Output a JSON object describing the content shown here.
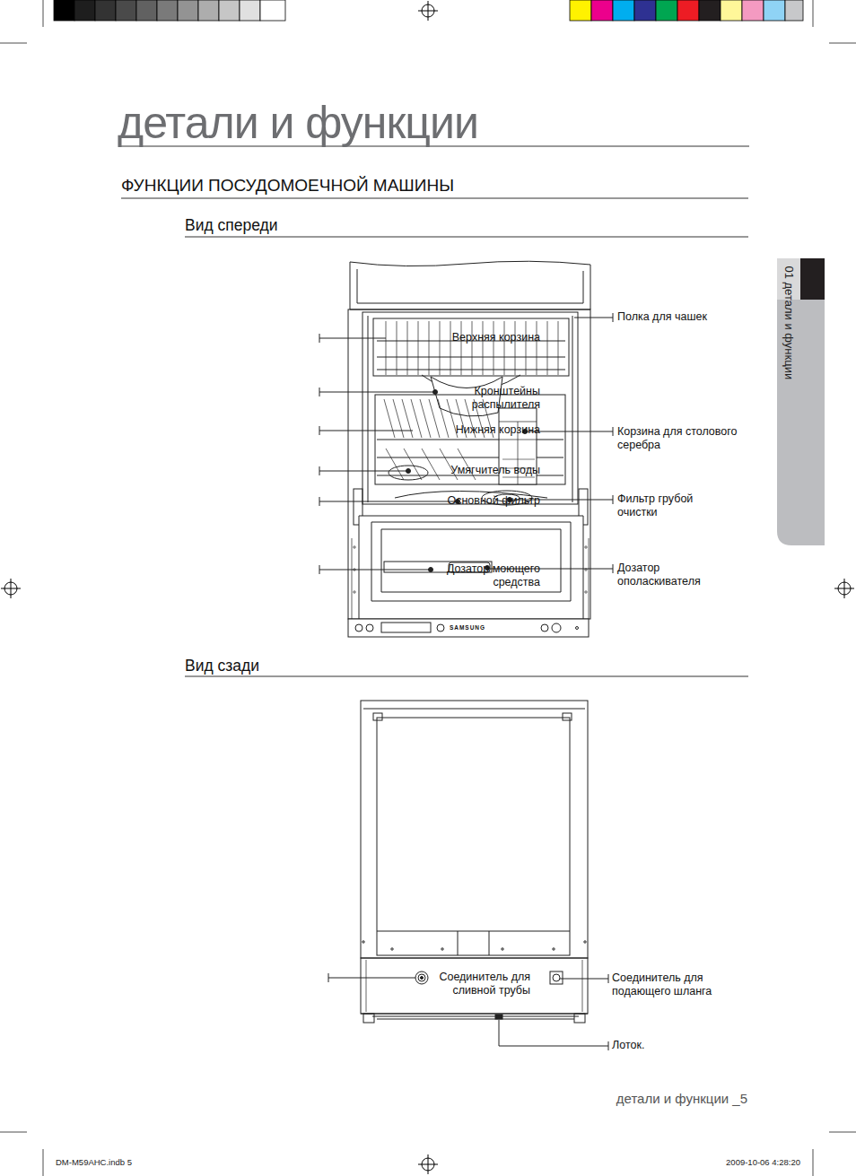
{
  "diagram": {
    "title": "детали и функции",
    "labels": [
      "ФУНКЦИИ ПОСУДОМОЕЧНОЙ МАШИНЫ",
      "Вид спереди",
      "Верхняя корзина",
      "Кронштейны распылителя",
      "Нижняя корзина",
      "Умягчитель воды",
      "Основной фильтр",
      "Дозатор моющего средства",
      "Полка для чашек",
      "Корзина для столового серебра",
      "Фильтр грубой очистки",
      "Дозатор ополаскивателя",
      "SAMSUNG",
      "Вид сзади",
      "Соединитель для сливной трубы",
      "Соединитель для подающего шланга",
      "Лоток.",
      "01 детали и функции",
      "детали и функции _5",
      "DM-M59AHC.indb 5",
      "2009-10-06 4:28:20"
    ]
  }
}
